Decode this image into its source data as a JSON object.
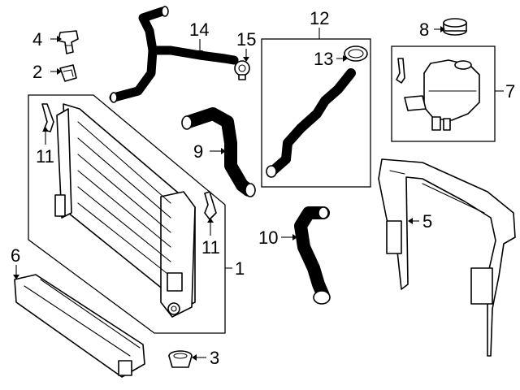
{
  "callouts": {
    "c1": "1",
    "c2": "2",
    "c3": "3",
    "c4": "4",
    "c5": "5",
    "c6": "6",
    "c7": "7",
    "c8": "8",
    "c9": "9",
    "c10": "10",
    "c11a": "11",
    "c11b": "11",
    "c12": "12",
    "c13": "13",
    "c14": "14",
    "c15": "15"
  },
  "parts": [
    {
      "id": "radiator",
      "icon": "radiator-icon"
    },
    {
      "id": "clip",
      "icon": "clip-icon"
    },
    {
      "id": "drain-plug",
      "icon": "plug-icon"
    },
    {
      "id": "push-pin",
      "icon": "pin-icon"
    },
    {
      "id": "support-frame",
      "icon": "frame-icon"
    },
    {
      "id": "air-duct",
      "icon": "duct-icon"
    },
    {
      "id": "reservoir",
      "icon": "tank-icon"
    },
    {
      "id": "cap",
      "icon": "cap-icon"
    },
    {
      "id": "upper-hose",
      "icon": "hose-icon"
    },
    {
      "id": "lower-hose",
      "icon": "hose-icon"
    },
    {
      "id": "bracket",
      "icon": "bracket-icon"
    },
    {
      "id": "hose-assembly",
      "icon": "hose-icon"
    },
    {
      "id": "hose-clamp",
      "icon": "clamp-icon"
    },
    {
      "id": "overflow-hose",
      "icon": "hose-icon"
    },
    {
      "id": "clamp",
      "icon": "clamp-icon"
    }
  ]
}
